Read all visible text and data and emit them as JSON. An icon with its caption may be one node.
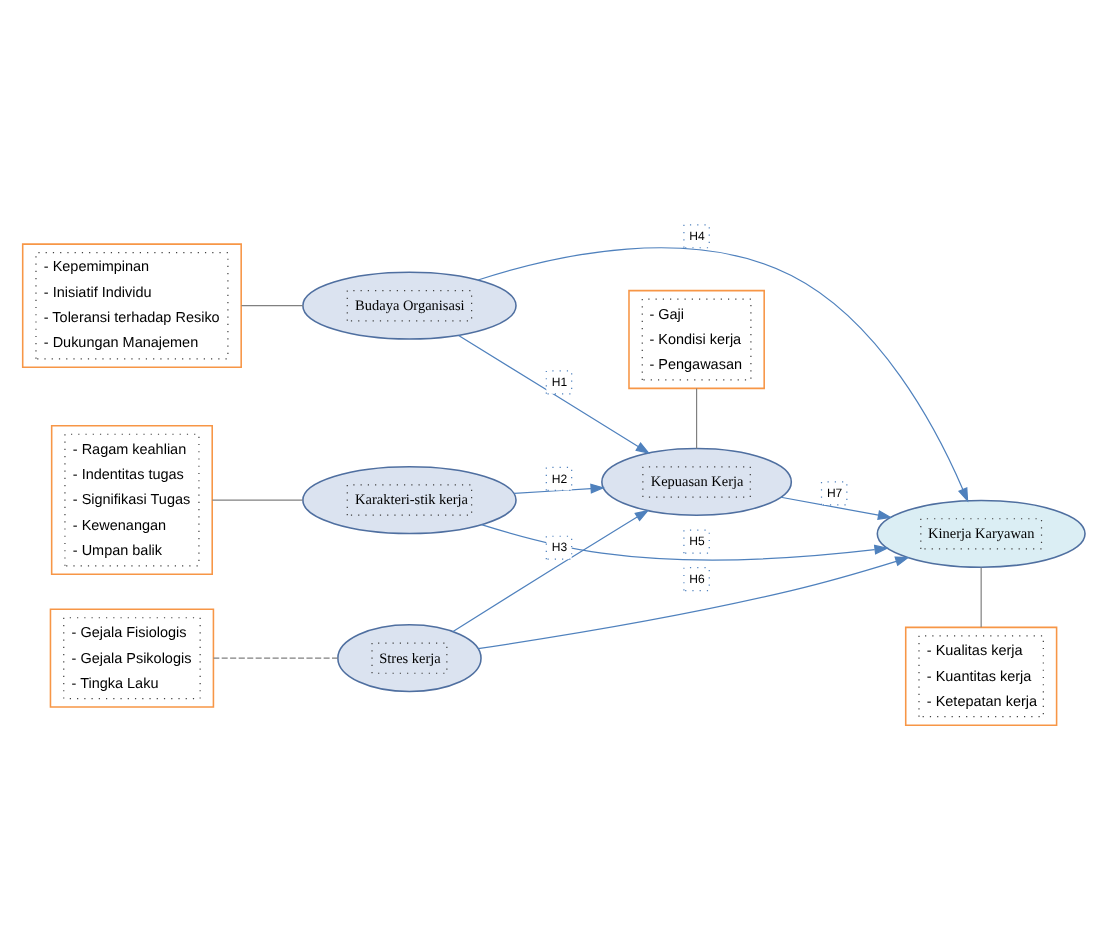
{
  "diagram": {
    "nodes": [
      {
        "text": [
          "- Kepemimpinan",
          "- Inisiatif Individu",
          "- Toleransi terhadap Resiko",
          "- Dukungan Manajemen"
        ]
      },
      {
        "text": [
          "Budaya Organisasi"
        ]
      },
      {
        "text": [
          "- Gaji",
          "- Kondisi kerja",
          "- Pengawasan"
        ]
      },
      {
        "text": [
          "- Ragam keahlian",
          "- Indentitas tugas",
          "- Signifikasi Tugas",
          "- Kewenangan",
          "- Umpan balik"
        ]
      },
      {
        "text": [
          "Karakteri-stik kerja"
        ]
      },
      {
        "text": [
          "Kepuasan Kerja"
        ]
      },
      {
        "text": [
          "Kinerja Karyawan"
        ]
      },
      {
        "text": [
          "Stres kerja"
        ]
      },
      {
        "text": [
          "- Kualitas kerja",
          "- Kuantitas kerja",
          "- Ketepatan kerja"
        ]
      },
      {
        "text": [
          "- Gejala Fisiologis",
          "- Gejala Psikologis",
          "- Tingka Laku"
        ]
      }
    ],
    "edges": [
      {
        "from": 0,
        "to": 1,
        "arrow": "none",
        "color": "#808080"
      },
      {
        "from": 2,
        "to": 5,
        "arrow": "none",
        "color": "#808080"
      },
      {
        "from": 3,
        "to": 4,
        "arrow": "none",
        "color": "#808080"
      },
      {
        "from": 9,
        "to": 7,
        "arrow": "none",
        "style": "dashed",
        "color": "#808080"
      },
      {
        "from": 6,
        "to": 8,
        "arrow": "none",
        "color": "#808080"
      },
      {
        "from": 1,
        "to": 5,
        "label": "H1",
        "arrow": "to"
      },
      {
        "from": 4,
        "to": 5,
        "label": "H2",
        "arrow": "to"
      },
      {
        "from": 7,
        "to": 5,
        "label": "H3",
        "arrow": "to"
      },
      {
        "from": 1,
        "to": 6,
        "label": "H4",
        "arrow": "to"
      },
      {
        "from": 4,
        "to": 6,
        "label": "H5",
        "arrow": "to"
      },
      {
        "from": 7,
        "to": 6,
        "label": "H6",
        "arrow": "to"
      },
      {
        "from": 5,
        "to": 6,
        "label": "H7",
        "arrow": "to"
      }
    ]
  }
}
